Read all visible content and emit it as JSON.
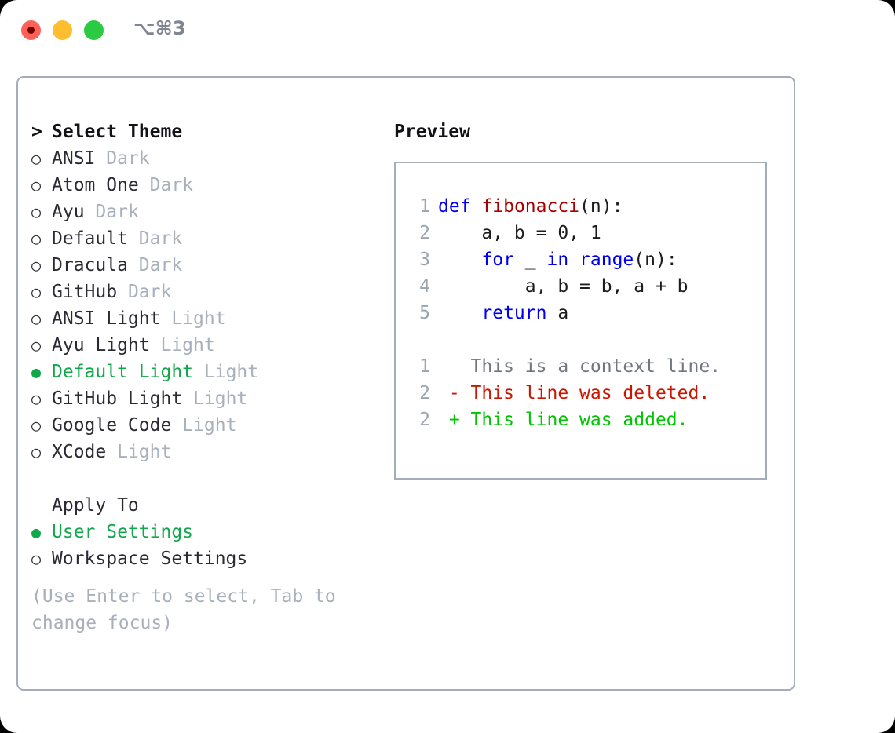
{
  "window": {
    "shortcut": "⌥⌘3",
    "traffic_lights": [
      "close",
      "minimize",
      "maximize"
    ]
  },
  "left": {
    "heading": {
      "marker": ">",
      "label": "Select Theme"
    },
    "themes": [
      {
        "marker": "○",
        "name": "ANSI",
        "category": "Dark",
        "selected": false
      },
      {
        "marker": "○",
        "name": "Atom One",
        "category": "Dark",
        "selected": false
      },
      {
        "marker": "○",
        "name": "Ayu",
        "category": "Dark",
        "selected": false
      },
      {
        "marker": "○",
        "name": "Default",
        "category": "Dark",
        "selected": false
      },
      {
        "marker": "○",
        "name": "Dracula",
        "category": "Dark",
        "selected": false
      },
      {
        "marker": "○",
        "name": "GitHub",
        "category": "Dark",
        "selected": false
      },
      {
        "marker": "○",
        "name": "ANSI Light",
        "category": "Light",
        "selected": false
      },
      {
        "marker": "○",
        "name": "Ayu Light",
        "category": "Light",
        "selected": false
      },
      {
        "marker": "●",
        "name": "Default Light",
        "category": "Light",
        "selected": true
      },
      {
        "marker": "○",
        "name": "GitHub Light",
        "category": "Light",
        "selected": false
      },
      {
        "marker": "○",
        "name": "Google Code",
        "category": "Light",
        "selected": false
      },
      {
        "marker": "○",
        "name": "XCode",
        "category": "Light",
        "selected": false
      }
    ],
    "apply_to": {
      "label": "Apply To",
      "options": [
        {
          "marker": "●",
          "label": "User Settings",
          "selected": true
        },
        {
          "marker": "○",
          "label": "Workspace Settings",
          "selected": false
        }
      ]
    },
    "hint": "(Use Enter to select, Tab to change focus)"
  },
  "right": {
    "title": "Preview",
    "code_lines": [
      {
        "no": "1",
        "tokens": [
          {
            "t": "def",
            "c": "kw"
          },
          {
            "t": " ",
            "c": ""
          },
          {
            "t": "fibonacci",
            "c": "fn"
          },
          {
            "t": "(n):",
            "c": ""
          }
        ]
      },
      {
        "no": "2",
        "tokens": [
          {
            "t": "    a, b = 0, 1",
            "c": ""
          }
        ]
      },
      {
        "no": "3",
        "tokens": [
          {
            "t": "    ",
            "c": ""
          },
          {
            "t": "for",
            "c": "kw"
          },
          {
            "t": " _ ",
            "c": ""
          },
          {
            "t": "in",
            "c": "kw"
          },
          {
            "t": " ",
            "c": ""
          },
          {
            "t": "range",
            "c": "kw"
          },
          {
            "t": "(n):",
            "c": ""
          }
        ]
      },
      {
        "no": "4",
        "tokens": [
          {
            "t": "        a, b = b, a + b",
            "c": ""
          }
        ]
      },
      {
        "no": "5",
        "tokens": [
          {
            "t": "    ",
            "c": ""
          },
          {
            "t": "return",
            "c": "kw"
          },
          {
            "t": " a",
            "c": ""
          }
        ]
      }
    ],
    "diff_lines": [
      {
        "no": "1",
        "tokens": [
          {
            "t": "   This is a context line.",
            "c": "ctx"
          }
        ]
      },
      {
        "no": "2",
        "tokens": [
          {
            "t": " - This line was deleted.",
            "c": "del"
          }
        ]
      },
      {
        "no": "2",
        "tokens": [
          {
            "t": " + This line was added.",
            "c": "add"
          }
        ]
      }
    ]
  },
  "colors": {
    "accent_green": "#12A74C",
    "border": "#A3ADBB",
    "muted": "#A8B0BC",
    "keyword_blue": "#0000EE",
    "function_red": "#A80000",
    "diff_delete": "#CC1400",
    "diff_add": "#00C400"
  }
}
